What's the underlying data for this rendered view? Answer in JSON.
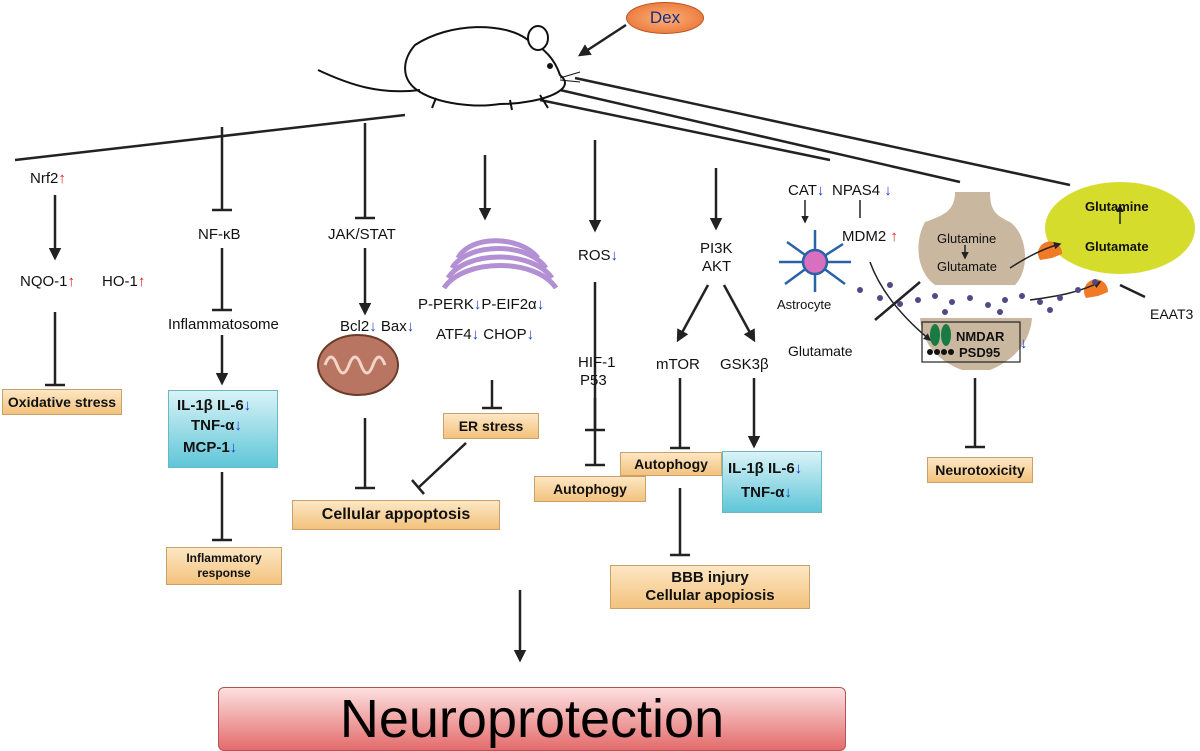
{
  "title": "",
  "drug": "Dex",
  "outcome": "Neuroprotection",
  "arrows": {
    "up": "↑",
    "down": "↓"
  },
  "pathways": {
    "nrf2": {
      "head": "Nrf2",
      "n1": "NQO-1",
      "n2": "HO-1",
      "result": "Oxidative stress"
    },
    "nfkb": {
      "head": "NF-κB",
      "mid": "Inflammatosome",
      "c1": "IL-1β",
      "c2": "IL-6",
      "c3": "TNF-α",
      "c4": "MCP-1",
      "result_l1": "Inflammatory",
      "result_l2": "response"
    },
    "jak": {
      "head": "JAK/STAT",
      "b1": "Bcl2",
      "b2": "Bax",
      "result": "Cellular appoptosis"
    },
    "er": {
      "p1": "P-PERK",
      "p2": "P-EIF2α",
      "p3": "ATF4",
      "p4": "CHOP",
      "result": "ER stress"
    },
    "ros": {
      "head": "ROS",
      "mid1": "HIF-1",
      "mid2": "P53",
      "result": "Autophogy"
    },
    "pi3k": {
      "head1": "PI3K",
      "head2": "AKT",
      "left": "mTOR",
      "right": "GSK3β",
      "left_result": "Autophogy",
      "c1": "IL-1β",
      "c2": "IL-6",
      "c3": "TNF-α",
      "final1": "BBB injury",
      "final2": "Cellular apopiosis"
    },
    "glia": {
      "cat": "CAT",
      "npas4": "NPAS4",
      "mdm2": "MDM2",
      "astro": "Astrocyte",
      "glu_out": "Glutamate"
    },
    "synapse": {
      "gln_pre": "Glutamine",
      "glu_pre": "Glutamate",
      "gln_glia": "Glutamine",
      "glu_glia": "Glutamate",
      "eaat": "EAAT3",
      "nmdar": "NMDAR",
      "psd": "PSD95",
      "result": "Neurotoxicity"
    }
  },
  "colors": {
    "up_arrow": "#e21b1b",
    "down_arrow": "#1f3bd6",
    "result_box": "#f3c27d",
    "cytokine_box": "#5fc6d8",
    "outcome_box": "#e36b6b",
    "drug": "#e8692b",
    "astrocyte_cell": "#f0ef6a",
    "neuron": "#c9b7a0"
  }
}
